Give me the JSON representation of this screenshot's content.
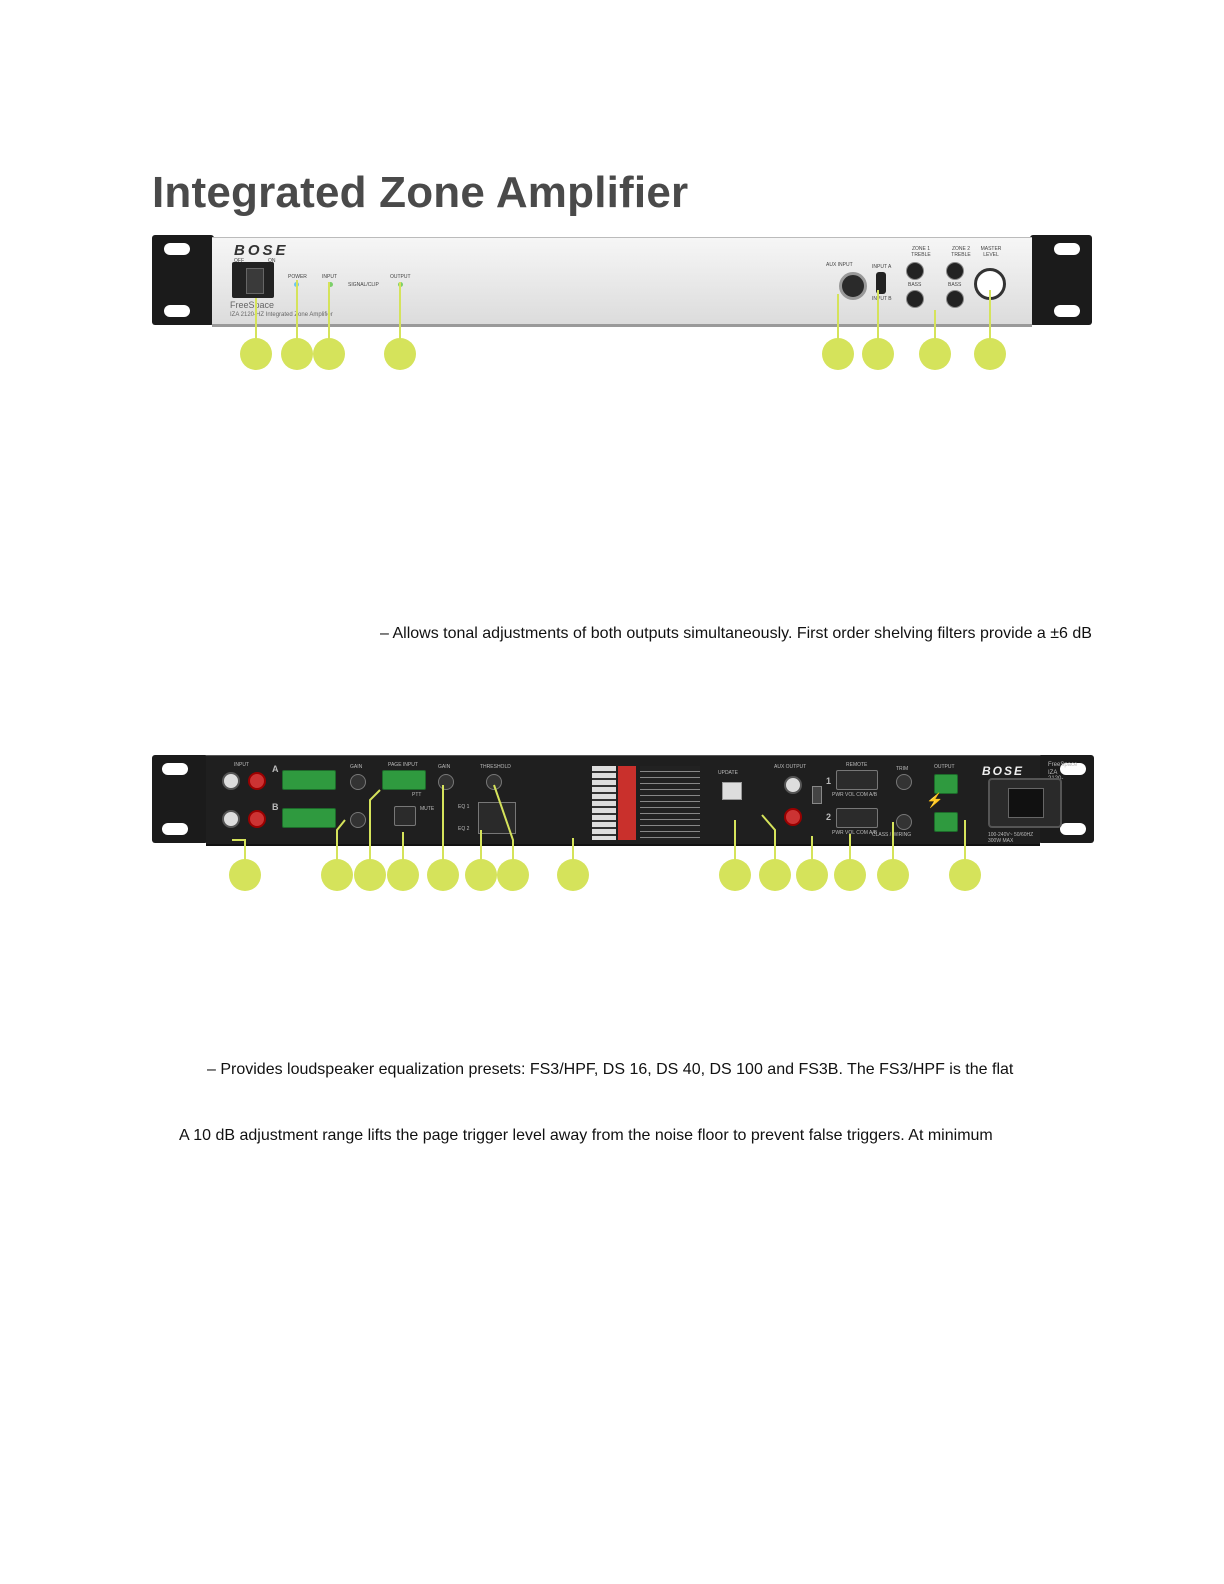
{
  "page": {
    "title": "Integrated Zone Amplifier",
    "paragraphs": [
      "– Allows tonal adjustments of both outputs simultaneously. First order shelving filters provide a ±6 dB",
      "– Provides loudspeaker equalization presets: FS3/HPF, DS 16, DS 40, DS 100 and FS3B. The FS3/HPF is the flat",
      "A 10 dB adjustment range lifts the page trigger level away from the noise floor to prevent false triggers. At minimum"
    ]
  },
  "front_panel": {
    "brand": "BOSE",
    "product_name": "FreeSpace",
    "model_line": "IZA 2120-HZ Integrated Zone Amplifier",
    "labels": {
      "off": "OFF",
      "on": "ON",
      "power": "POWER",
      "input": "INPUT",
      "signal_clip": "SIGNAL/CLIP",
      "output": "OUTPUT",
      "aux_input": "AUX INPUT",
      "input_a": "INPUT A",
      "input_b": "INPUT B",
      "zone1_treble": "ZONE 1 TREBLE",
      "zone2_treble": "ZONE 2 TREBLE",
      "bass1": "BASS",
      "bass2": "BASS",
      "master_level": "MASTER LEVEL"
    }
  },
  "rear_panel": {
    "brand": "BOSE",
    "product_name": "FreeSpace",
    "model": "IZA 2120-HZ",
    "labels": {
      "input": "INPUT",
      "a": "A",
      "b": "B",
      "gain1": "GAIN",
      "page_input": "PAGE INPUT",
      "ptt": "PTT",
      "mute": "MUTE",
      "gain2": "GAIN",
      "threshold": "THRESHOLD",
      "eq1": "EQ 1",
      "eq2": "EQ 2",
      "update": "UPDATE",
      "aux_output": "AUX OUTPUT",
      "remote": "REMOTE",
      "remote_1": "1",
      "remote_2": "2",
      "remote_pins_1": "PWR VOL COM A/B",
      "remote_pins_2": "PWR VOL COM A/B",
      "trim": "TRIM",
      "output": "OUTPUT",
      "class_wiring": "CLASS / WIRING",
      "mains": "100-240V~ 50/60Hz 300W MAX"
    }
  },
  "colors": {
    "callout": "#d5e35b",
    "title": "#4a4a4a"
  }
}
